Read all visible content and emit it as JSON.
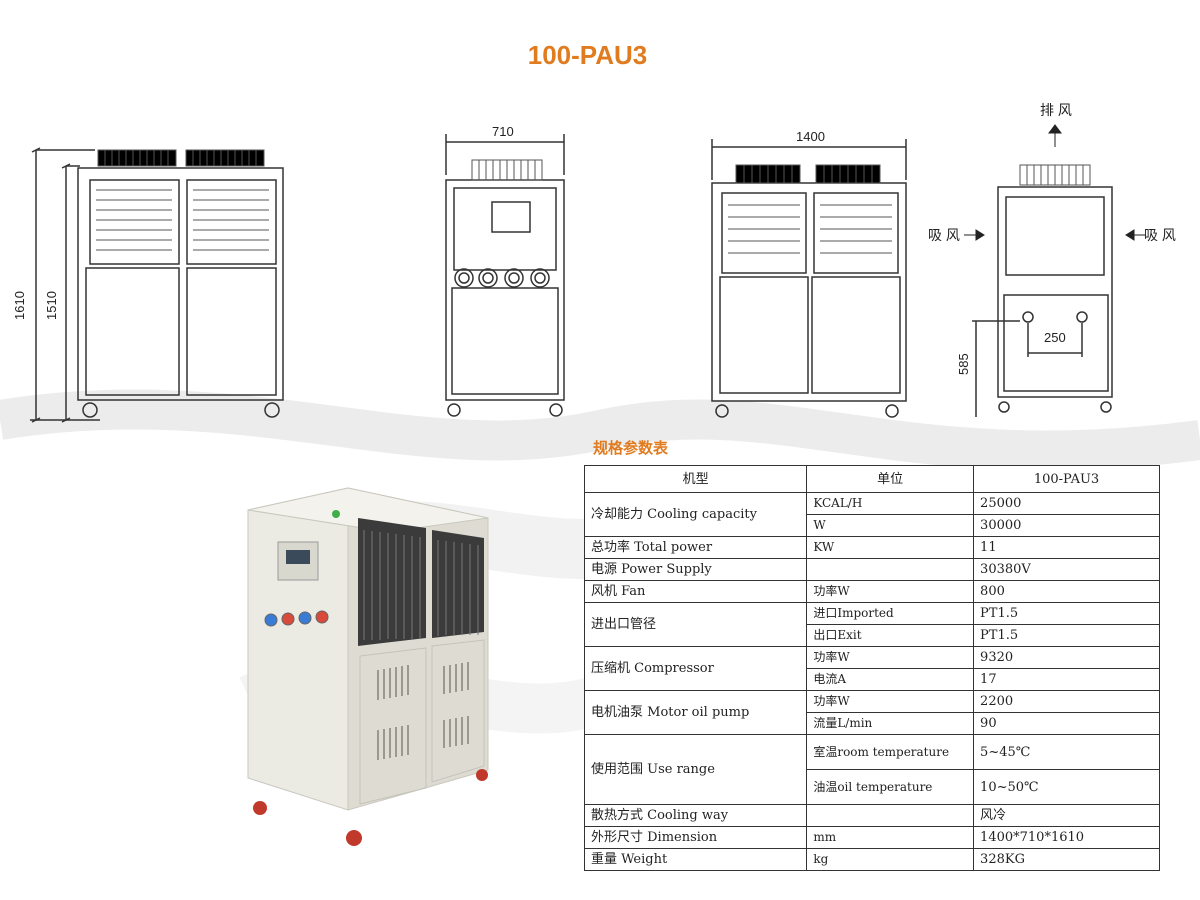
{
  "title": "100-PAU3",
  "spec_title": "规格参数表",
  "dims": {
    "side_h_total": "1610",
    "side_h_body": "1510",
    "front_w": "710",
    "top_w": "1400",
    "hole_spacing": "250",
    "hole_height": "585",
    "exhaust": "排 风",
    "intake_left": "吸 风",
    "intake_right": "吸 风"
  },
  "table": {
    "header": [
      "机型",
      "单位",
      "100-PAU3"
    ],
    "cooling_label": "冷却能力 Cooling capacity",
    "cooling_u1": "KCAL/H",
    "cooling_v1": "25000",
    "cooling_u2": "W",
    "cooling_v2": "30000",
    "power_label": "总功率 Total power",
    "power_u": "KW",
    "power_v": "11",
    "supply_label": "电源 Power Supply",
    "supply_u": "",
    "supply_v": "30380V",
    "fan_label": "风机 Fan",
    "fan_u": "功率W",
    "fan_v": "800",
    "pipe_label": "进出口管径",
    "pipe_u1": "进口Imported",
    "pipe_v1": "PT1.5",
    "pipe_u2": "出口Exit",
    "pipe_v2": "PT1.5",
    "comp_label": "压缩机 Compressor",
    "comp_u1": "功率W",
    "comp_v1": "9320",
    "comp_u2": "电流A",
    "comp_v2": "17",
    "pump_label": "电机油泵 Motor oil pump",
    "pump_u1": "功率W",
    "pump_v1": "2200",
    "pump_u2": "流量L/min",
    "pump_v2": "90",
    "range_label": "使用范围 Use range",
    "range_u1": "室温room temperature",
    "range_v1": "5~45℃",
    "range_u2": "油温oil temperature",
    "range_v2": "10~50℃",
    "way_label": "散热方式 Cooling way",
    "way_u": "",
    "way_v": "风冷",
    "dim_label": "外形尺寸 Dimension",
    "dim_u": "mm",
    "dim_v": "1400*710*1610",
    "weight_label": "重量 Weight",
    "weight_u": "kg",
    "weight_v": "328KG"
  },
  "colors": {
    "accent": "#e07b1f",
    "line": "#333333",
    "cabinet": "#ecebe3"
  }
}
